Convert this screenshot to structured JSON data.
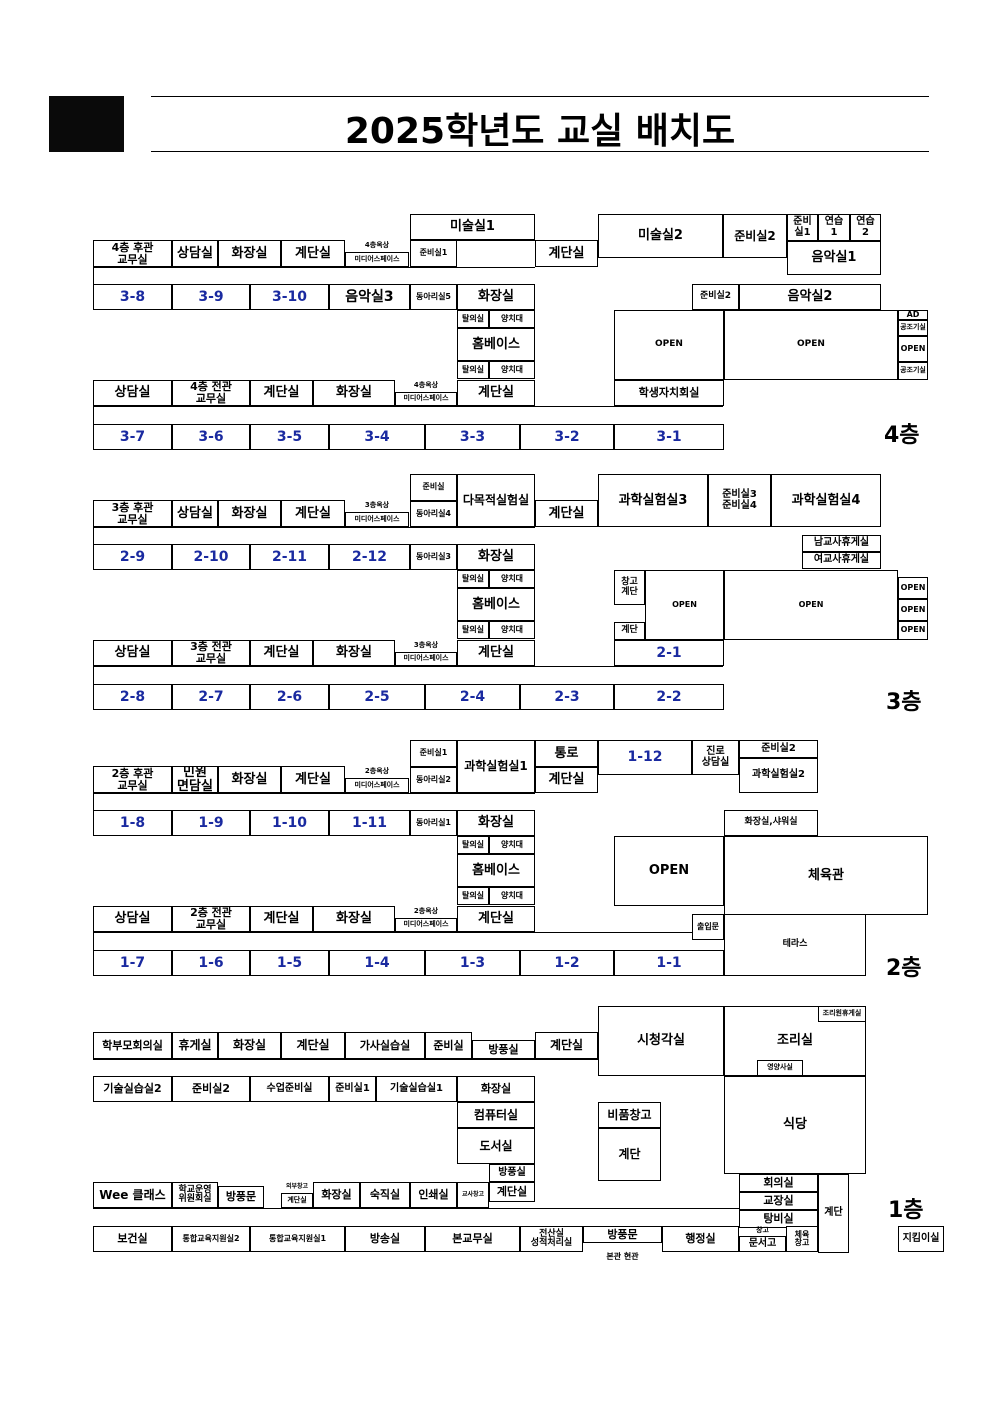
{
  "title": "2025학년도 교실 배치도",
  "floor_labels": {
    "f4": "4층",
    "f3": "3층",
    "f2": "2층",
    "f1": "1층"
  },
  "floor4": {
    "rear_office": "4층 후관\n교무실",
    "counsel_a": "상담실",
    "toilet_a": "화장실",
    "stairs_a": "계단실",
    "rooftop": "4층옥상",
    "media": "미디어스페이스",
    "prep1": "준비실1",
    "art1": "미술실1",
    "stairs_b": "계단실",
    "art2": "미술실2",
    "prep2": "준비실2",
    "prep_s": "준비\n실1",
    "prac1": "연습\n1",
    "prac2": "연습\n2",
    "music1": "음악실1",
    "c3_8": "3-8",
    "c3_9": "3-9",
    "c3_10": "3-10",
    "music3": "음악실3",
    "club5": "동아리실5",
    "toilet_b": "화장실",
    "prep2b": "준비실2",
    "music2": "음악실2",
    "dress_a": "탈의실",
    "sink_a": "양치대",
    "homebase": "홈베이스",
    "dress_b": "탈의실",
    "sink_b": "양치대",
    "open_a": "OPEN",
    "open_b": "OPEN",
    "ad": "AD",
    "air_a": "공조기실",
    "open_c": "OPEN",
    "air_b": "공조기실",
    "counsel_b": "상담실",
    "front_office": "4층 전관\n교무실",
    "stairs_c": "계단실",
    "toilet_c": "화장실",
    "rooftop_b": "4층옥상",
    "media_b": "미디어스페이스",
    "stairs_d": "계단실",
    "student_council": "학생자치회실",
    "c3_7": "3-7",
    "c3_6": "3-6",
    "c3_5": "3-5",
    "c3_4": "3-4",
    "c3_3": "3-3",
    "c3_2": "3-2",
    "c3_1": "3-1"
  },
  "floor3": {
    "rear_office": "3층 후관\n교무실",
    "counsel_a": "상담실",
    "toilet_a": "화장실",
    "stairs_a": "계단실",
    "rooftop": "3층옥상",
    "media": "미디어스페이스",
    "prep": "준비실",
    "club4": "동아리실4",
    "multi_lab": "다목적실험실",
    "stairs_b": "계단실",
    "sci3": "과학실험실3",
    "prep34": "준비실3\n준비실4",
    "sci4": "과학실험실4",
    "m_lounge": "남교사휴게실",
    "f_lounge": "여교사휴게실",
    "c2_9": "2-9",
    "c2_10": "2-10",
    "c2_11": "2-11",
    "c2_12": "2-12",
    "club3": "동아리실3",
    "toilet_b": "화장실",
    "dress_a": "탈의실",
    "sink_a": "양치대",
    "homebase": "홈베이스",
    "dress_b": "탈의실",
    "sink_b": "양치대",
    "storage_stairs": "창고\n계단",
    "open_a": "OPEN",
    "open_b": "OPEN",
    "stairs_s": "계단",
    "open_c": "OPEN",
    "open_d": "OPEN",
    "open_e": "OPEN",
    "counsel_b": "상담실",
    "front_office": "3층 전관\n교무실",
    "stairs_c": "계단실",
    "toilet_c": "화장실",
    "rooftop_b": "3층옥상",
    "media_b": "미디어스페이스",
    "stairs_d": "계단실",
    "c2_1": "2-1",
    "c2_8": "2-8",
    "c2_7": "2-7",
    "c2_6": "2-6",
    "c2_5": "2-5",
    "c2_4": "2-4",
    "c2_3": "2-3",
    "c2_2": "2-2"
  },
  "floor2": {
    "rear_office": "2층 후관\n교무실",
    "civil": "민원\n면담실",
    "toilet_a": "화장실",
    "stairs_a": "계단실",
    "rooftop": "2층옥상",
    "media": "미디어스페이스",
    "prep1": "준비실1",
    "club2": "동아리실2",
    "sci1": "과학실험실1",
    "passage": "통로",
    "stairs_b": "계단실",
    "c1_12": "1-12",
    "career": "진로\n상담실",
    "prep2": "준비실2",
    "sci2": "과학실험실2",
    "c1_8": "1-8",
    "c1_9": "1-9",
    "c1_10": "1-10",
    "c1_11": "1-11",
    "club1": "동아리실1",
    "toilet_b": "화장실",
    "shower": "화장실,샤워실",
    "dress_a": "탈의실",
    "sink_a": "양치대",
    "homebase": "홈베이스",
    "dress_b": "탈의실",
    "sink_b": "양치대",
    "open": "OPEN",
    "gym": "체육관",
    "entrance": "출입문",
    "terrace": "테라스",
    "counsel_b": "상담실",
    "front_office": "2층 전관\n교무실",
    "stairs_c": "계단실",
    "toilet_c": "화장실",
    "rooftop_b": "2층옥상",
    "media_b": "미디어스페이스",
    "stairs_d": "계단실",
    "c1_7": "1-7",
    "c1_6": "1-6",
    "c1_5": "1-5",
    "c1_4": "1-4",
    "c1_3": "1-3",
    "c1_2": "1-2",
    "c1_1": "1-1"
  },
  "floor1": {
    "pta": "학부모회의실",
    "rest": "휴게실",
    "toilet_a": "화장실",
    "stairs_a": "계단실",
    "home_ec": "가사실습실",
    "prep_a": "준비실",
    "windbreak_a": "방풍실",
    "stairs_b": "계단실",
    "av": "시청각실",
    "cook": "조리실",
    "cook_rest": "조리원휴게실",
    "nutri": "영양사실",
    "tech2": "기술실습실2",
    "prep2": "준비실2",
    "class_prep": "수업준비실",
    "prep1": "준비실1",
    "tech1": "기술실습실1",
    "toilet_b": "화장실",
    "computer": "컴퓨터실",
    "supplies": "비품창고",
    "cafeteria": "식당",
    "library": "도서실",
    "stairs_c": "계단",
    "windbreak_b": "방풍실",
    "wee": "Wee 클래스",
    "committee": "학교운영\n위원회실",
    "windbreak_door": "방풍문",
    "stairs_d": "계단실",
    "storage_small": "외부창고",
    "toilet_c": "화장실",
    "night": "숙직실",
    "print": "인쇄실",
    "teacher_storage": "교사창고",
    "stairs_e": "계단실",
    "meeting": "회의실",
    "principal": "교장실",
    "changing": "탕비실",
    "stairs_f": "계단",
    "health": "보건실",
    "support2": "통합교육지원실2",
    "support1": "통합교육지원실1",
    "broadcast": "방송실",
    "main_office": "본교무실",
    "computing": "전산실\n성적처리실",
    "windbreak_door_b": "방풍문",
    "admin": "행정실",
    "storage_b": "창고",
    "docs": "문서고",
    "pe_storage": "체육\n창고",
    "main_entrance": "본관 현관",
    "guard": "지킴이실"
  }
}
